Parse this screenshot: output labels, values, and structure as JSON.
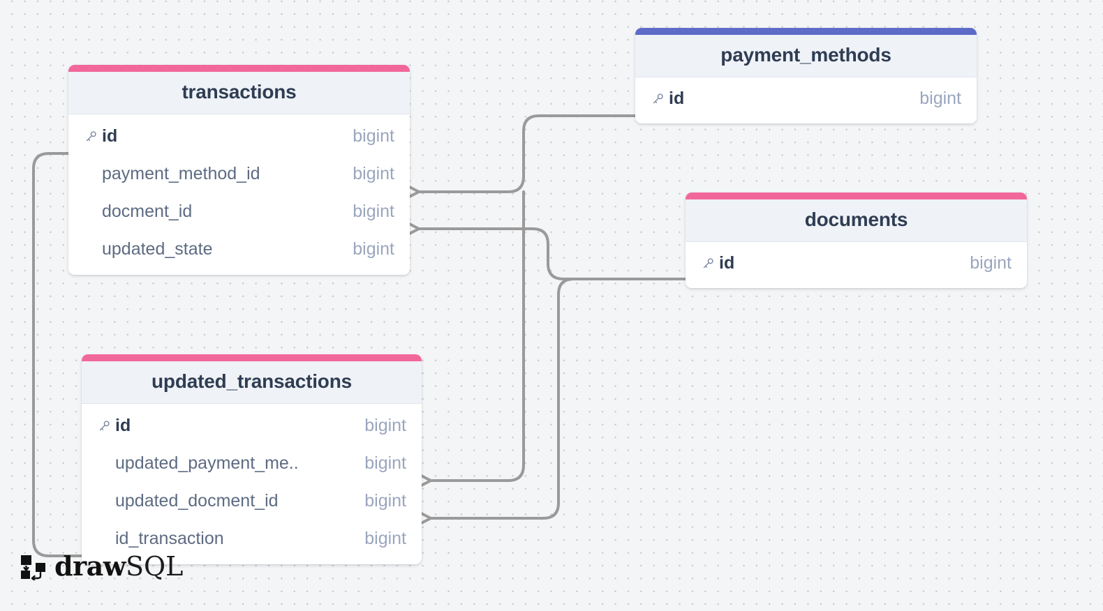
{
  "app": {
    "name": "drawSQL",
    "watermark_draw": "draw",
    "watermark_sql": "SQL",
    "logo_icon": "drawsql-flow-icon"
  },
  "canvas": {
    "background_color": "#f4f5f6",
    "grid_dot_color": "#c9cbd0",
    "connector_color": "#9a9a9a"
  },
  "tables": [
    {
      "id": "transactions",
      "name": "transactions",
      "accent_color": "#f2679a",
      "columns": [
        {
          "name": "id",
          "type": "bigint",
          "primary_key": true,
          "icon": "key-icon"
        },
        {
          "name": "payment_method_id",
          "type": "bigint",
          "primary_key": false
        },
        {
          "name": "docment_id",
          "type": "bigint",
          "primary_key": false
        },
        {
          "name": "updated_state",
          "type": "bigint",
          "primary_key": false
        }
      ]
    },
    {
      "id": "updated_transactions",
      "name": "updated_transactions",
      "accent_color": "#f2679a",
      "columns": [
        {
          "name": "id",
          "type": "bigint",
          "primary_key": true,
          "icon": "key-icon"
        },
        {
          "name": "updated_payment_me..",
          "type": "bigint",
          "primary_key": false
        },
        {
          "name": "updated_docment_id",
          "type": "bigint",
          "primary_key": false
        },
        {
          "name": "id_transaction",
          "type": "bigint",
          "primary_key": false
        }
      ]
    },
    {
      "id": "payment_methods",
      "name": "payment_methods",
      "accent_color": "#5c6bc7",
      "columns": [
        {
          "name": "id",
          "type": "bigint",
          "primary_key": true,
          "icon": "key-icon"
        }
      ]
    },
    {
      "id": "documents",
      "name": "documents",
      "accent_color": "#f2679a",
      "columns": [
        {
          "name": "id",
          "type": "bigint",
          "primary_key": true,
          "icon": "key-icon"
        }
      ]
    }
  ],
  "relationships": [
    {
      "from_table": "transactions",
      "from_column": "payment_method_id",
      "to_table": "payment_methods",
      "to_column": "id",
      "cardinality": "many-to-one"
    },
    {
      "from_table": "transactions",
      "from_column": "docment_id",
      "to_table": "documents",
      "to_column": "id",
      "cardinality": "many-to-one"
    },
    {
      "from_table": "updated_transactions",
      "from_column": "updated_payment_me..",
      "to_table": "payment_methods",
      "to_column": "id",
      "cardinality": "many-to-one"
    },
    {
      "from_table": "updated_transactions",
      "from_column": "updated_docment_id",
      "to_table": "documents",
      "to_column": "id",
      "cardinality": "many-to-one"
    },
    {
      "from_table": "updated_transactions",
      "from_column": "id_transaction",
      "to_table": "transactions",
      "to_column": "id",
      "cardinality": "many-to-one"
    }
  ]
}
